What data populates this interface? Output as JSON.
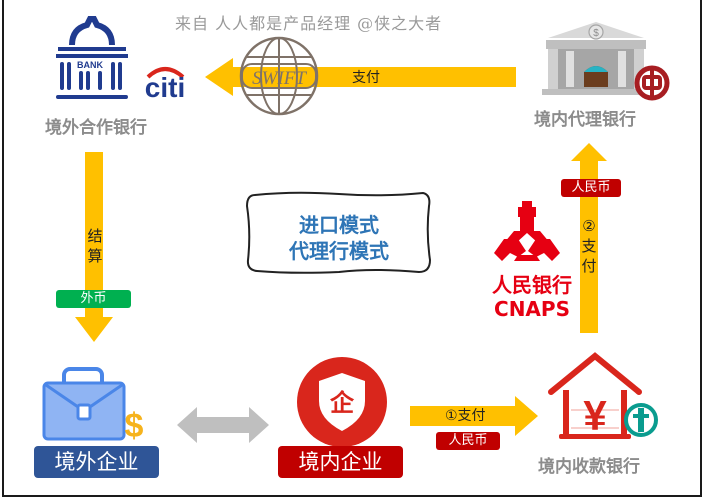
{
  "watermark": "来自 人人都是产品经理 @侠之大者",
  "colors": {
    "arrow_yellow": "#ffc000",
    "navy": "#203b8f",
    "citi_red": "#d9261c",
    "blue_mode": "#2e75b6",
    "green_tag": "#00b050",
    "red_tag": "#c00000",
    "pill_blue": "#2f5597",
    "pill_red": "#c00000",
    "gray_label": "#8c8c8c",
    "boc_red": "#a71e22",
    "abc_teal": "#0a9c8f",
    "double_arrow": "#bfbfbf"
  },
  "nodes": {
    "overseas_partner_bank": {
      "label": "境外合作银行",
      "logo_text_bank": "BANK",
      "logo_text_citi": "citi"
    },
    "swift": {
      "label": "SWIFT"
    },
    "domestic_agent_bank": {
      "label": "境内代理银行"
    },
    "pboc_cnaps": {
      "label_cn": "人民银行",
      "label_en": "CNAPS"
    },
    "overseas_enterprise": {
      "label": "境外企业"
    },
    "domestic_enterprise": {
      "label": "境内企业",
      "badge": "企"
    },
    "domestic_receiving_bank": {
      "label": "境内收款银行",
      "symbol": "¥"
    }
  },
  "mode_box": {
    "line1": "进口模式",
    "line2": "代理行模式"
  },
  "arrows": {
    "top_payment": {
      "label": "支付"
    },
    "settlement": {
      "label_chars": [
        "结",
        "算"
      ],
      "currency": "外币"
    },
    "step1_payment": {
      "label": "①支付",
      "currency": "人民币"
    },
    "step2_payment": {
      "label_chars": [
        "②",
        "支",
        "付"
      ],
      "currency": "人民币"
    }
  }
}
